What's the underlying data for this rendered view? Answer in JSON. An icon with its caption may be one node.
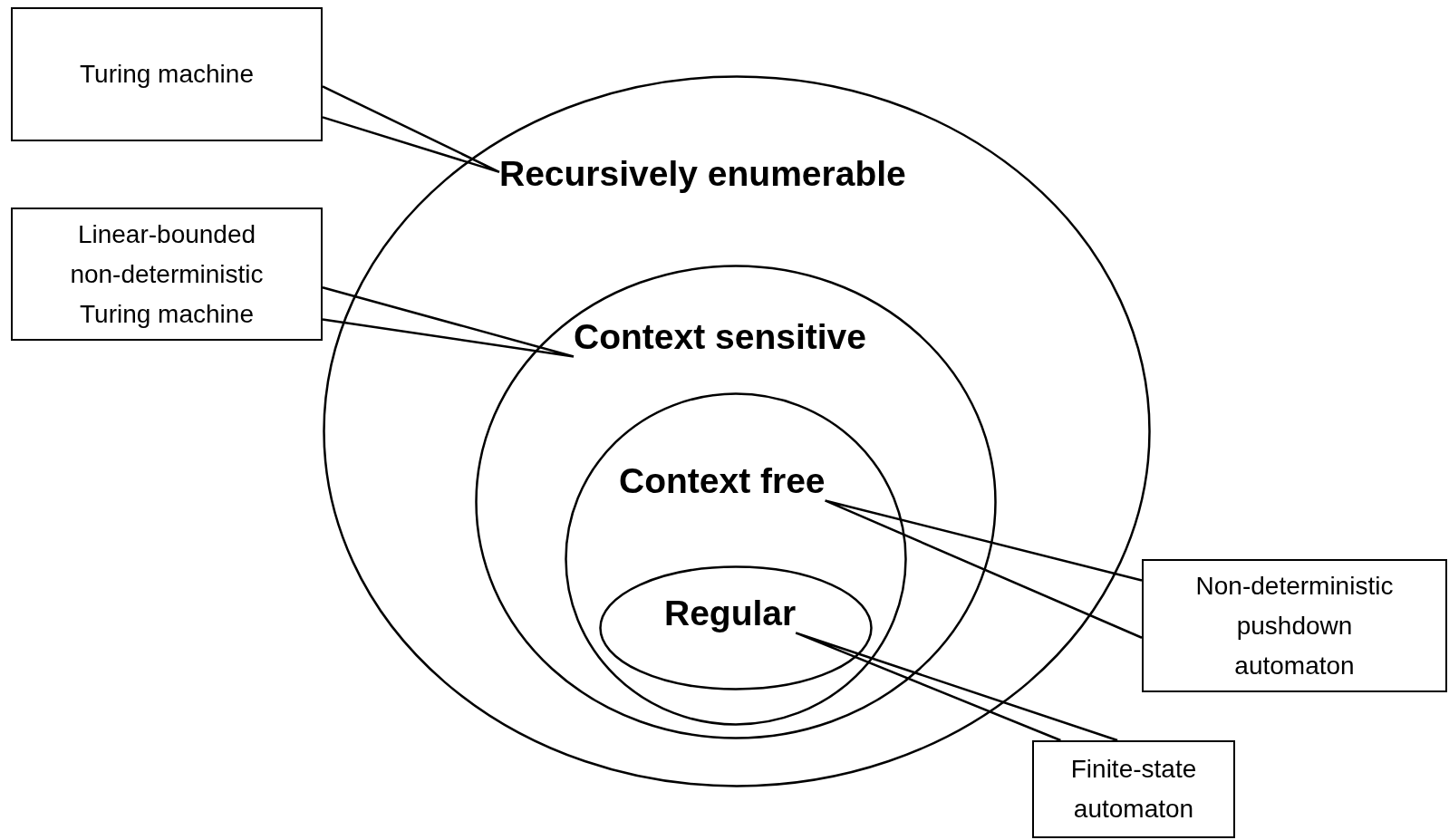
{
  "diagram": {
    "nodes": [
      {
        "text": [],
        "shape": "ellipse"
      },
      {
        "text": [
          "Recursively enumerable"
        ],
        "in": 0
      },
      {
        "text": [],
        "shape": "ellipse",
        "in": 0
      },
      {
        "text": [
          "Context sensitive"
        ],
        "in": 2
      },
      {
        "text": [],
        "shape": "ellipse",
        "in": 2
      },
      {
        "text": [
          "Context free"
        ],
        "in": 4
      },
      {
        "text": [],
        "shape": "ellipse",
        "in": 4
      },
      {
        "text": [
          "Regular"
        ],
        "in": 6
      },
      {
        "text": [
          "Turing machine"
        ]
      },
      {
        "text": [
          "Linear-bounded non-deterministic Turing machine"
        ]
      },
      {
        "text": [
          "Non-deterministic pushdown automaton"
        ]
      },
      {
        "text": [
          "Finite-state automaton"
        ]
      }
    ],
    "edges": [
      {
        "from": 8,
        "to": 1,
        "arrow": "none"
      },
      {
        "from": 9,
        "to": 3,
        "arrow": "none"
      },
      {
        "from": 10,
        "to": 5,
        "arrow": "none"
      },
      {
        "from": 11,
        "to": 7,
        "arrow": "none"
      }
    ]
  }
}
